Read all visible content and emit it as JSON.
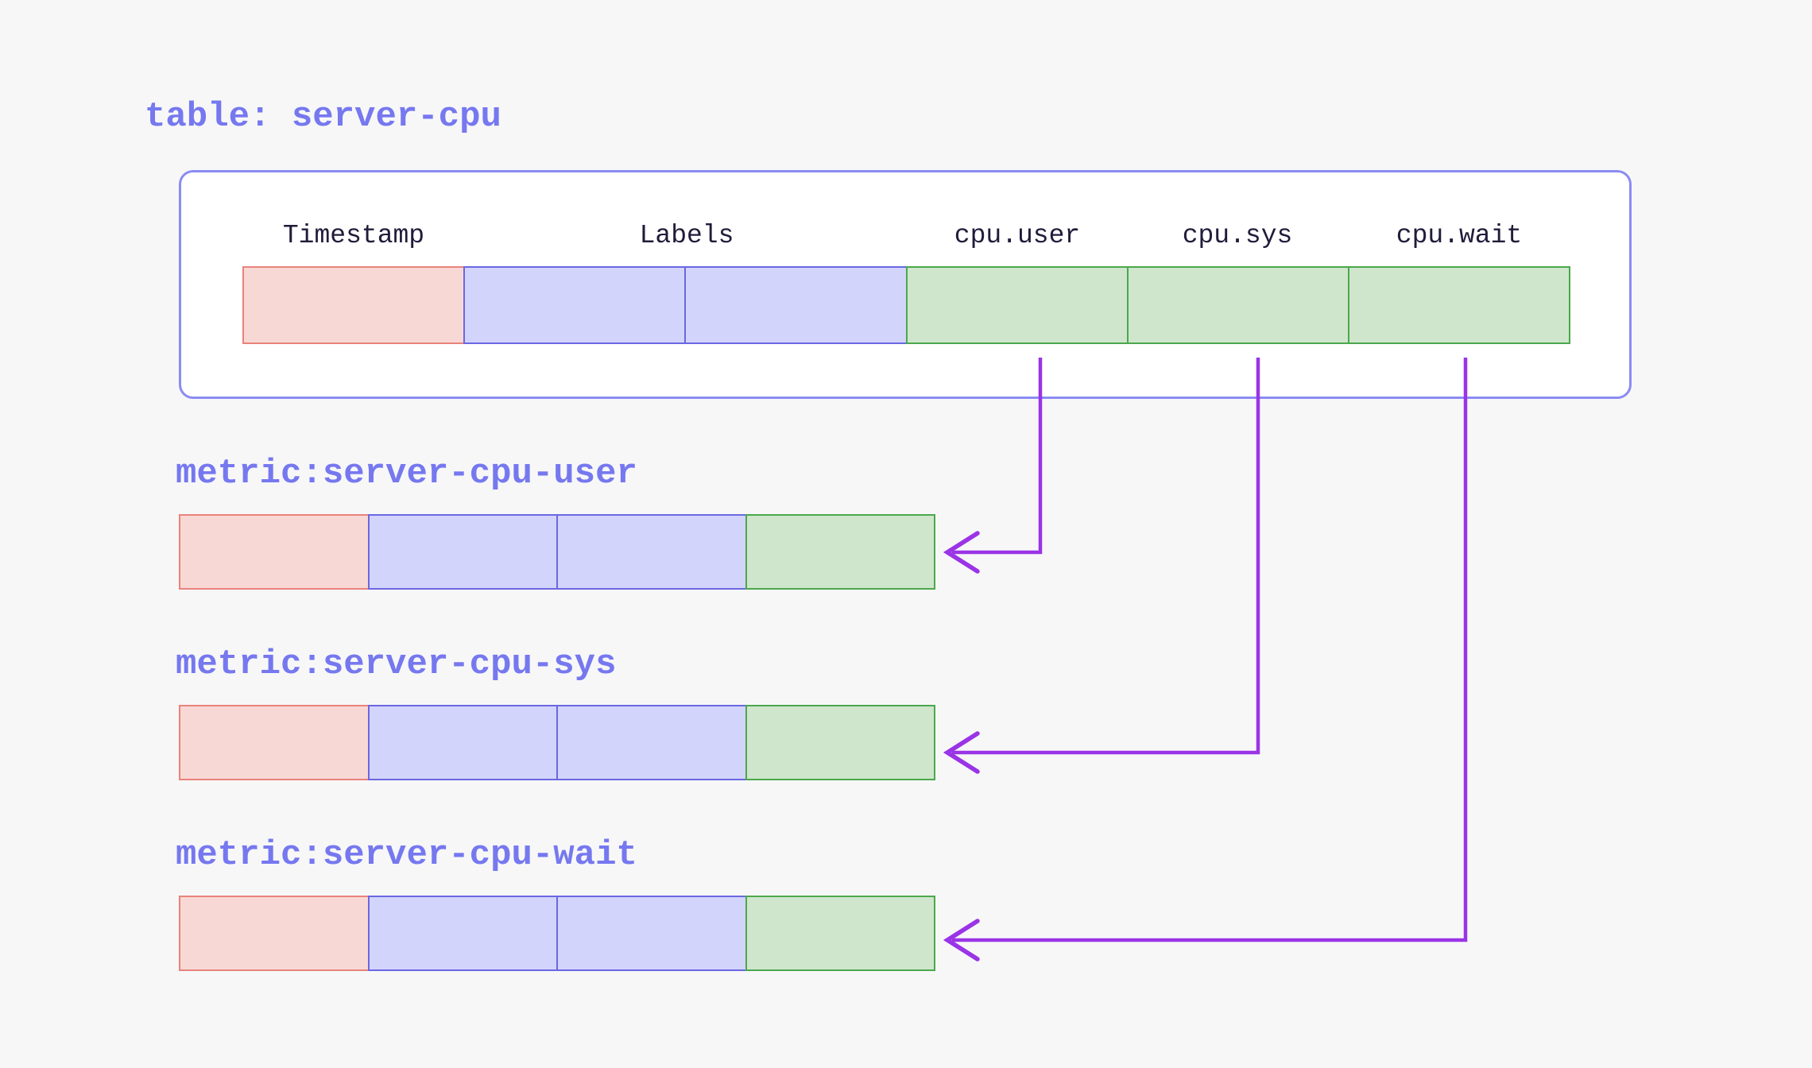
{
  "page": {
    "background_color": "#f7f7f8"
  },
  "colors": {
    "title_text": "#7678ef",
    "header_text": "#221b3a",
    "table_box_border": "#8b8bf3",
    "table_box_fill": "#ffffff",
    "timestamp_cell_fill": "#f8d8d5",
    "timestamp_cell_border": "#e9837b",
    "labels_cell_fill": "#d3d4fb",
    "labels_cell_border": "#6b67e2",
    "field_cell_fill": "#cfe6cd",
    "field_cell_border": "#4ba84c",
    "arrow": "#9a34e6"
  },
  "table": {
    "title": "table: server-cpu",
    "columns": [
      {
        "header": "Timestamp",
        "type": "timestamp",
        "cell_count": 1
      },
      {
        "header": "Labels",
        "type": "labels",
        "cell_count": 2
      },
      {
        "header": "cpu.user",
        "type": "field",
        "cell_count": 1
      },
      {
        "header": "cpu.sys",
        "type": "field",
        "cell_count": 1
      },
      {
        "header": "cpu.wait",
        "type": "field",
        "cell_count": 1
      }
    ]
  },
  "metrics": [
    {
      "label": "metric:server-cpu-user",
      "source_column": "cpu.user",
      "cells": [
        "timestamp",
        "labels",
        "labels",
        "field"
      ]
    },
    {
      "label": "metric:server-cpu-sys",
      "source_column": "cpu.sys",
      "cells": [
        "timestamp",
        "labels",
        "labels",
        "field"
      ]
    },
    {
      "label": "metric:server-cpu-wait",
      "source_column": "cpu.wait",
      "cells": [
        "timestamp",
        "labels",
        "labels",
        "field"
      ]
    }
  ]
}
